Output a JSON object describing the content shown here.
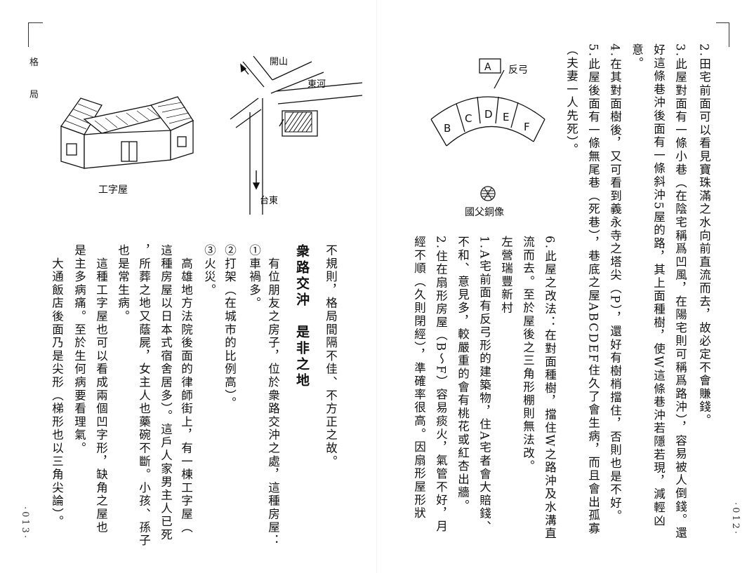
{
  "left_page": {
    "header": [
      "格",
      "局"
    ],
    "page_number": "·013·",
    "figure_house_label": "工字屋",
    "map_labels": {
      "kaishan": "開山",
      "donghe": "東河",
      "taidong": "台東"
    },
    "columns": [
      "不規則，格局間隔不佳、不方正之故。",
      "衆路交沖　是非之地",
      "　有位朋友之房子，位於衆路交沖之處，這種房屋：",
      "①車禍多。",
      "②打架（在城市的比例高）。",
      "③火災。",
      "　高雄地方法院後面的律師街上，有一棟工字屋（",
      "這種房屋以日本式宿舍居多）。這戶人家男主人已死",
      "，所葬之地又蔭屍，女主人也藥碗不斷。小孩、孫子",
      "也是常生病。",
      "　這種工字屋也可以看成兩個凹字形，缺角之屋也",
      "是主多病痛。至於生何病要看理氣。",
      "　大通飯店後面乃是尖形（梯形也以三角尖論）。"
    ]
  },
  "right_page": {
    "page_number": "·012·",
    "figure": {
      "box_label": "A",
      "arc_label": "反弓",
      "segments": [
        "B",
        "C",
        "D",
        "E",
        "F"
      ],
      "statue_label": "國父銅像"
    },
    "columns": [
      "2.田宅前面可以看見寶珠滿之水向前直流而去，故必定不會賺錢。",
      "3.此屋對面有一條小巷（在陰宅稱爲凹風，在陽宅則可稱爲路沖），容易被人倒錢。還",
      "好這條巷沖後面有一條斜沖5屋的路，其上面種樹，使W這條巷沖若隱若現，減輕凶",
      "意。",
      "4.在其對面樹後，又可看到義永寺之塔尖（P），還好有樹梢擋住，否則也是不好。",
      "5.此屋後面有一條無尾巷（死巷），巷底之屋ABCDEF住久了會生病，而且會出孤寡",
      "（夫妻一人先死）。",
      "6.此屋之改法：在對面種樹，擋住W之路沖及水溝直",
      "流而去。至於屋後之三角形棚則無法改。",
      "左營瑞豐新村",
      "1.A宅前面有反弓形的建築物，住A宅者會大賠錢、",
      "不和、意見多，較嚴重的會有桃花或紅杏出牆。",
      "2.住在扇形房屋（B～F）容易痰火，氣管不好，月",
      "經不順（久則閉經），準確率很高。因扇形屋形狀"
    ]
  }
}
